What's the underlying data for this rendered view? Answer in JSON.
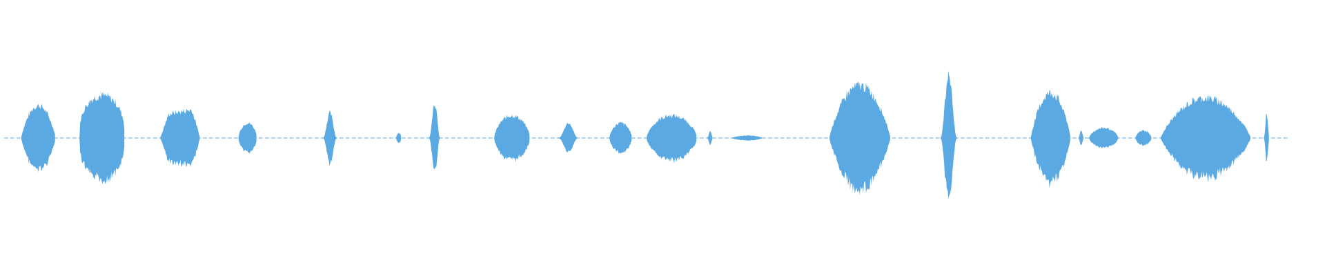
{
  "waveform": {
    "color": "#5aa9e2",
    "segments": [
      {
        "start": 0.016,
        "end": 0.042,
        "amp": 0.13,
        "shape": "swell"
      },
      {
        "start": 0.06,
        "end": 0.094,
        "amp": 0.17,
        "shape": "block"
      },
      {
        "start": 0.121,
        "end": 0.151,
        "amp": 0.12,
        "shape": "plateau"
      },
      {
        "start": 0.18,
        "end": 0.194,
        "amp": 0.06,
        "shape": "blob"
      },
      {
        "start": 0.244,
        "end": 0.254,
        "amp": 0.1,
        "shape": "spike"
      },
      {
        "start": 0.299,
        "end": 0.303,
        "amp": 0.02,
        "shape": "blob"
      },
      {
        "start": 0.324,
        "end": 0.332,
        "amp": 0.14,
        "shape": "spike"
      },
      {
        "start": 0.373,
        "end": 0.4,
        "amp": 0.09,
        "shape": "blob"
      },
      {
        "start": 0.422,
        "end": 0.436,
        "amp": 0.06,
        "shape": "spike"
      },
      {
        "start": 0.46,
        "end": 0.477,
        "amp": 0.06,
        "shape": "blob"
      },
      {
        "start": 0.488,
        "end": 0.526,
        "amp": 0.09,
        "shape": "blob"
      },
      {
        "start": 0.534,
        "end": 0.538,
        "amp": 0.03,
        "shape": "spike"
      },
      {
        "start": 0.553,
        "end": 0.575,
        "amp": 0.01,
        "shape": "blob"
      },
      {
        "start": 0.626,
        "end": 0.672,
        "amp": 0.21,
        "shape": "swell"
      },
      {
        "start": 0.71,
        "end": 0.722,
        "amp": 0.25,
        "shape": "spike"
      },
      {
        "start": 0.778,
        "end": 0.808,
        "amp": 0.18,
        "shape": "swell"
      },
      {
        "start": 0.814,
        "end": 0.818,
        "amp": 0.03,
        "shape": "spike"
      },
      {
        "start": 0.822,
        "end": 0.844,
        "amp": 0.04,
        "shape": "blob"
      },
      {
        "start": 0.857,
        "end": 0.869,
        "amp": 0.03,
        "shape": "blob"
      },
      {
        "start": 0.876,
        "end": 0.944,
        "amp": 0.16,
        "shape": "swell"
      },
      {
        "start": 0.954,
        "end": 0.958,
        "amp": 0.1,
        "shape": "spike"
      }
    ],
    "line_start": 0.003,
    "line_end": 0.972
  }
}
